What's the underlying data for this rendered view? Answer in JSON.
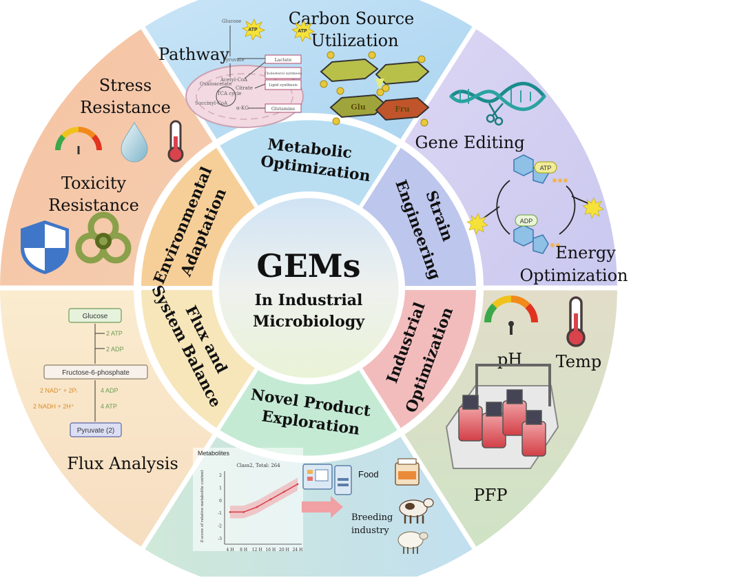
{
  "center": {
    "title": "GEMs",
    "line1": "In Industrial",
    "line2": "Microbiology"
  },
  "inner_ring": {
    "metabolic": [
      "Metabolic",
      "Optimization"
    ],
    "strain": [
      "Strain",
      "Engineering"
    ],
    "industrial": [
      "Industrial",
      "Optimization"
    ],
    "novel": [
      "Novel Product",
      "Exploration"
    ],
    "flux": [
      "Flux and",
      "System Balance"
    ],
    "environmental": [
      "Environmental",
      "Adaptation"
    ]
  },
  "outer": {
    "pathway": {
      "title": "Pathway",
      "glucose": "Glucose",
      "pyruvate": "Pyruvate",
      "acetyl_coa": "Acetyl-CoA",
      "citrate": "Citrate",
      "oxaloacetate": "Oxaloacetate",
      "succinyl_coa": "Succinyl-CoA",
      "akg": "α-KG",
      "tca": "TCA cycle",
      "atp": "ATP",
      "lactate": "Lactate",
      "cholesterol": "Cholesterol synthesis",
      "lipid": "Lipid synthesis",
      "glutamine": "Glutamine"
    },
    "carbon": {
      "title1": "Carbon Source",
      "title2": "Utilization",
      "atp": "ATP",
      "fru": "Fru",
      "glu": "Glu"
    },
    "gene": {
      "title": "Gene Editing"
    },
    "energy": {
      "title1": "Energy",
      "title2": "Optimization",
      "atp": "ATP",
      "adp": "ADP"
    },
    "industrial_panel": {
      "ph": "pH",
      "temp": "Temp",
      "pfp": "PFP"
    },
    "novel_panel": {
      "chart_title": "Metabolites",
      "chart_sub": "Class2, Total: 264",
      "ylabel": "Z-score of relative metabolite content",
      "food": "Food",
      "breeding1": "Breeding",
      "breeding2": "industry"
    },
    "flux_panel": {
      "title": "Flux Analysis",
      "glucose": "Glucose",
      "atp2": "2 ATP",
      "adp2": "2 ADP",
      "f6p": "Fructose-6-phosphate",
      "nad": "2 NAD⁺ + 2Pᵢ",
      "nadh": "2 NADH + 2H⁺",
      "adp4": "4 ADP",
      "atp4": "4 ATP",
      "pyruvate": "Pyruvate (2)"
    },
    "stress_panel": {
      "stress1": "Stress",
      "stress2": "Resistance",
      "tox1": "Toxicity",
      "tox2": "Resistance"
    }
  },
  "chart_data": {
    "type": "line",
    "title": "Metabolites",
    "subtitle": "Class2, Total: 264",
    "ylabel": "Z-score of relative metabolite content",
    "xlabel": "",
    "categories": [
      "4 H",
      "8 H",
      "12 H",
      "16 H",
      "20 H",
      "24 H"
    ],
    "yticks": [
      2,
      1,
      0,
      -1,
      -2,
      -3
    ],
    "ylim": [
      -3,
      2
    ],
    "series": [
      {
        "values": [
          -0.9,
          -0.9,
          -0.5,
          0.1,
          0.7,
          1.3
        ]
      }
    ]
  },
  "colors": {
    "metabolic": "#b8def3",
    "strain": "#bfc8ee",
    "industrial": "#f3c1c1",
    "novel": "#c6ead6",
    "flux": "#f5e4b6",
    "environmental": "#f6cf9b",
    "outer_top": "#b9ddf4",
    "outer_right_top": "#d5d0f0",
    "outer_right_bottom": "#cfe1c4",
    "outer_bottom": "#c9e6ea",
    "outer_left_bottom": "#f7e3c2",
    "outer_left_top": "#f4b894",
    "center": "#eef2f7",
    "chart_line": "#d9434c"
  }
}
